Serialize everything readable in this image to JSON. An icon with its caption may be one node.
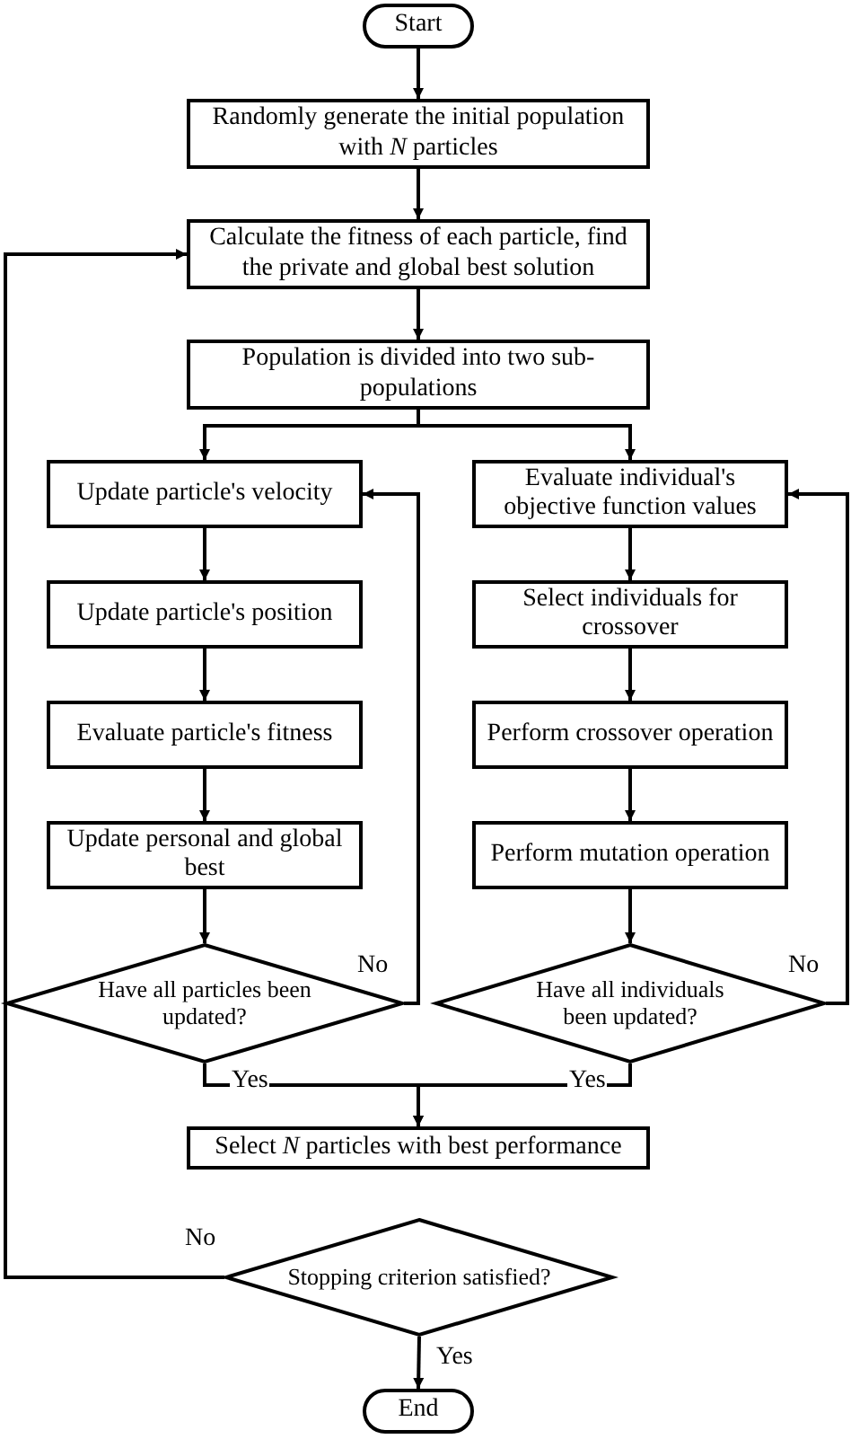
{
  "diagram": {
    "nodes": [
      {
        "text": [
          "Start"
        ]
      },
      {
        "text": [
          "Randomly generate the initial population with *N* particles"
        ]
      },
      {
        "text": [
          "Calculate the fitness of each particle, find the private and global best solution"
        ]
      },
      {
        "text": [
          "Population is divided into two sub-populations"
        ]
      },
      {
        "text": [
          "Update particle's velocity"
        ]
      },
      {
        "text": [
          "Update particle's position"
        ]
      },
      {
        "text": [
          "Evaluate particle's fitness"
        ]
      },
      {
        "text": [
          "Update personal and global best"
        ]
      },
      {
        "text": [
          "Have all particles been updated?"
        ]
      },
      {
        "text": [
          "Evaluate individual's objective function values"
        ]
      },
      {
        "text": [
          "Select individuals for crossover"
        ]
      },
      {
        "text": [
          "Perform crossover operation"
        ]
      },
      {
        "text": [
          "Perform mutation operation"
        ]
      },
      {
        "text": [
          "Have all individuals been updated?"
        ]
      },
      {
        "text": [
          "Select *N* particles with best performance"
        ]
      },
      {
        "text": [
          "Stopping criterion satisfied?"
        ]
      },
      {
        "text": [
          "End"
        ]
      }
    ],
    "edges": [
      {
        "from": 0,
        "to": 1,
        "arrow": "to"
      },
      {
        "from": 1,
        "to": 2,
        "arrow": "to"
      },
      {
        "from": 2,
        "to": 3,
        "arrow": "to"
      },
      {
        "from": 3,
        "to": 4,
        "arrow": "to"
      },
      {
        "from": 3,
        "to": 9,
        "arrow": "to"
      },
      {
        "from": 4,
        "to": 5,
        "arrow": "to"
      },
      {
        "from": 5,
        "to": 6,
        "arrow": "to"
      },
      {
        "from": 6,
        "to": 7,
        "arrow": "to"
      },
      {
        "from": 7,
        "to": 8,
        "arrow": "to"
      },
      {
        "from": 8,
        "to": 4,
        "arrow": "to",
        "label": "No"
      },
      {
        "from": 9,
        "to": 10,
        "arrow": "to"
      },
      {
        "from": 10,
        "to": 11,
        "arrow": "to"
      },
      {
        "from": 11,
        "to": 12,
        "arrow": "to"
      },
      {
        "from": 12,
        "to": 13,
        "arrow": "to"
      },
      {
        "from": 13,
        "to": 9,
        "arrow": "to",
        "label": "No"
      },
      {
        "from": 8,
        "to": 14,
        "arrow": "to",
        "label": "Yes"
      },
      {
        "from": 13,
        "to": 14,
        "arrow": "to",
        "label": "Yes"
      },
      {
        "from": 15,
        "to": 2,
        "arrow": "to",
        "label": "No"
      },
      {
        "from": 15,
        "to": 16,
        "arrow": "to",
        "label": "Yes"
      }
    ]
  }
}
